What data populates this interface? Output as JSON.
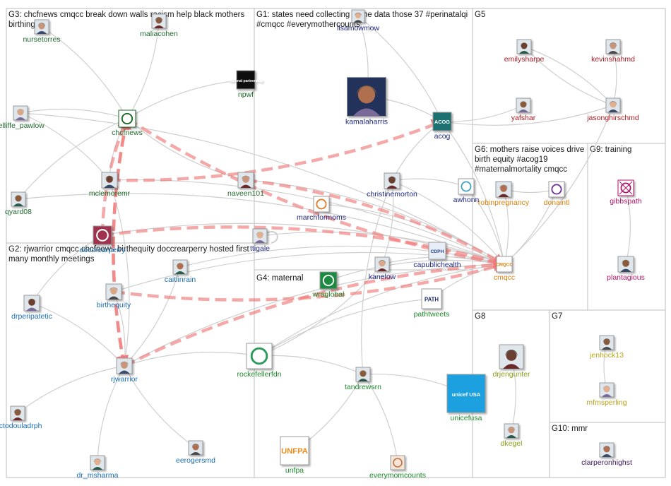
{
  "groups": {
    "g1": [
      "G1: states need collecting same data those 37 #perinatalqi",
      "#cmqcc #everymothercounts"
    ],
    "g2": [
      "G2: rjwarrior cmqcc chcfnews birthequity doccrearperry hosted first",
      "many monthly meetings"
    ],
    "g3": [
      "G3: chcfnews cmqcc break down walls racism help black mothers",
      "birthing"
    ],
    "g4": [
      "G4: maternal"
    ],
    "g5": [
      "G5"
    ],
    "g6": [
      "G6: mothers raise voices drive",
      "birth equity #acog19",
      "#maternalmortality cmqcc"
    ],
    "g7": [
      "G7"
    ],
    "g8": [
      "G8"
    ],
    "g9": [
      "G9: training"
    ],
    "g10": [
      "G10: mmr"
    ]
  },
  "colors": {
    "g1": "#1f2a80",
    "g2": "#1a6fb5",
    "g3": "#1f6b2c",
    "g4": "#1d8a2a",
    "g5": "#b01820",
    "g6": "#d9820f",
    "g7": "#b8a41a",
    "g8": "#8aa21a",
    "g9": "#b2166b",
    "g10": "#3a1a5c",
    "edge": "#cfcfcf",
    "strong_edge": "#f08a8a"
  },
  "nodes": {
    "nursetorres": "nursetorres",
    "maliacohen": "maliacohen",
    "npwf": "npwf",
    "chcfnews": "chcfnews",
    "jelliffe_pawlow": "jelliffe_pawlow",
    "mclemoremr": "mclemoremr",
    "naveen101": "naveen101",
    "qyard08": "qyard08",
    "lisamowmow": "lisamowmow",
    "kamalaharris": "kamalaharris",
    "acog": "acog",
    "christinemorton": "christinemorton",
    "marchformoms": "marchformoms",
    "awhonn": "awhonn",
    "ttigale": "ttigale",
    "capublichealth": "capublichealth",
    "kanelow": "kanelow",
    "emilysharpe": "emilysharpe",
    "kevinshahmd": "kevinshahmd",
    "yafshar": "yafshar",
    "jasonghirschmd": "jasonghirschmd",
    "robinpregnancy": "robinpregnancy",
    "donaintl": "donaintl",
    "cmqcc": "cmqcc",
    "gibbspath": "gibbspath",
    "plantagious": "plantagious",
    "doccrearperry": "doccrearperry",
    "caitlinrain": "caitlinrain",
    "birthequity": "birthequity",
    "drperipatetic": "drperipatetic",
    "rjwarrior": "rjwarrior",
    "lactodouladrph": "lactodouladrph",
    "dr_msharma": "dr_msharma",
    "eerogersmd": "eerogersmd",
    "wraglobal": "wraglobal",
    "pathtweets": "pathtweets",
    "rockefellerfdn": "rockefellerfdn",
    "tandrewsrn": "tandrewsrn",
    "unicefusa": "unicefusa",
    "unfpa": "unfpa",
    "everymomcounts": "everymomcounts",
    "drjengunter": "drjengunter",
    "dkegel": "dkegel",
    "jenhock13": "jenhock13",
    "mfmsperling": "mfmsperling",
    "clarperonhighst": "clarperonhighst"
  },
  "logos": {
    "npwf": "national partnership",
    "acog": "ACOG",
    "pathtweets": "PATH",
    "unicefusa": "unicef USA",
    "unfpa": "UNFPA",
    "capublichealth": "CDPH",
    "cmqcc": "CMQCC"
  }
}
